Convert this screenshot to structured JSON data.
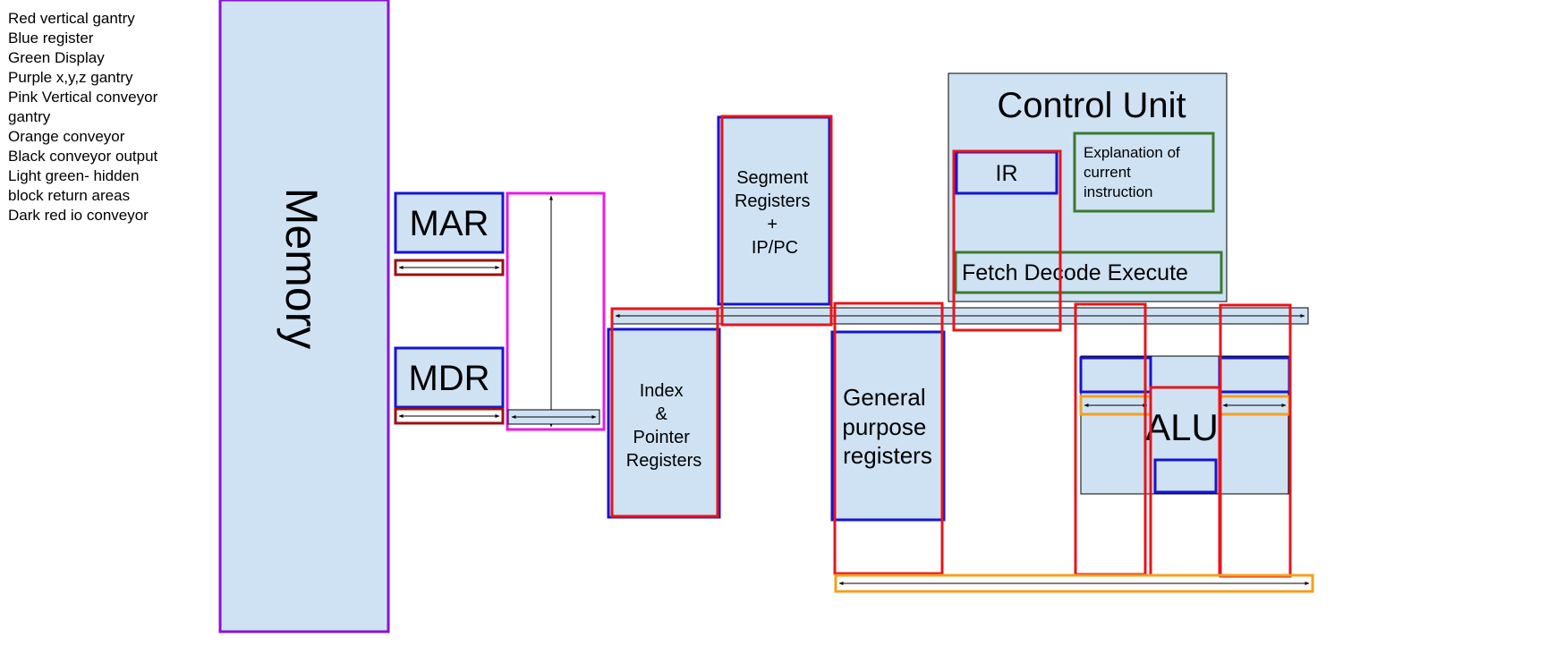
{
  "legend": [
    "Red vertical gantry",
    "Blue register",
    "Green Display",
    "Purple x,y,z gantry",
    "Pink Vertical conveyor",
    "gantry",
    "Orange conveyor",
    "Black conveyor output",
    "Light green- hidden",
    "block return areas",
    "Dark red io conveyor"
  ],
  "labels": {
    "memory": "Memory",
    "mar": "MAR",
    "mdr": "MDR",
    "segment": [
      "Segment",
      "Registers",
      "+",
      "IP/PC"
    ],
    "index": [
      "Index",
      "&",
      "Pointer",
      "Registers"
    ],
    "general": [
      "General",
      "purpose",
      "registers"
    ],
    "control_unit": "Control Unit",
    "ir": "IR",
    "explanation": [
      "Explanation of",
      "current",
      "instruction"
    ],
    "fde": "Fetch Decode Execute",
    "alu": "ALU"
  },
  "colors": {
    "red": "#e8141b",
    "blue": "#1414d6",
    "green": "#3a7a2e",
    "purple": "#8a12d6",
    "pink": "#e81ae8",
    "orange": "#f2a01e",
    "darkred": "#9a1010",
    "fill": "#cfe2f3"
  }
}
